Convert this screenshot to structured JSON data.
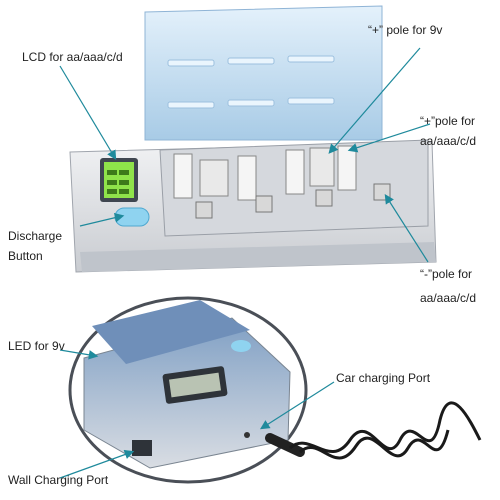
{
  "labels": {
    "lcd": "LCD for aa/aaa/c/d",
    "discharge_1": "Discharge",
    "discharge_2": "Button",
    "plus_9v": "“+” pole for 9v",
    "plus_aa_1": "“+”pole for",
    "plus_aa_2": "aa/aaa/c/d",
    "minus_aa_1": "“-”pole for",
    "minus_aa_2": "aa/aaa/c/d",
    "led_9v": "LED for 9v",
    "car_port": "Car charging Port",
    "wall_port": "Wall Charging Port"
  },
  "colors": {
    "arrow": "#1f8a9c",
    "lid": "#cfe6f7",
    "body": "#e4e6ea",
    "lcd_green": "#8fe34a"
  }
}
